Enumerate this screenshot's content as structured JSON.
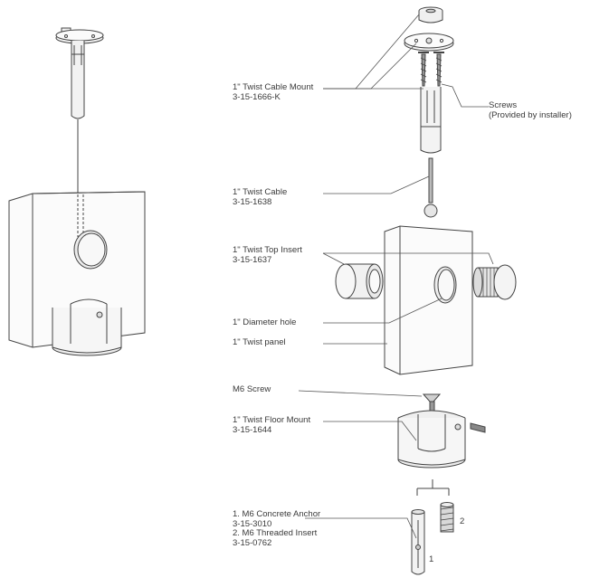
{
  "labels": {
    "cable_mount": {
      "name": "1\" Twist Cable Mount",
      "code": "3-15-1666-K"
    },
    "screws": {
      "name": "Screws",
      "note": "(Provided by installer)"
    },
    "cable": {
      "name": "1\" Twist Cable",
      "code": "3-15-1638"
    },
    "top_insert": {
      "name": "1\" Twist Top Insert",
      "code": "3-15-1637"
    },
    "diameter_hole": {
      "name": "1\" Diameter hole"
    },
    "panel": {
      "name": "1\" Twist panel"
    },
    "m6_screw": {
      "name": "M6 Screw"
    },
    "floor_mount": {
      "name": "1\" Twist Floor Mount",
      "code": "3-15-1644"
    },
    "anchor": {
      "name": "1. M6 Concrete Anchor",
      "code": "3-15-3010"
    },
    "threaded_insert": {
      "name": "2. M6 Threaded Insert",
      "code": "3-15-0762"
    },
    "callout_1": "1",
    "callout_2": "2"
  },
  "colors": {
    "line": "#444444",
    "fill_light": "#f7f7f7",
    "fill_mid": "#e8e8e8",
    "fill_dark": "#bdbdbd"
  }
}
